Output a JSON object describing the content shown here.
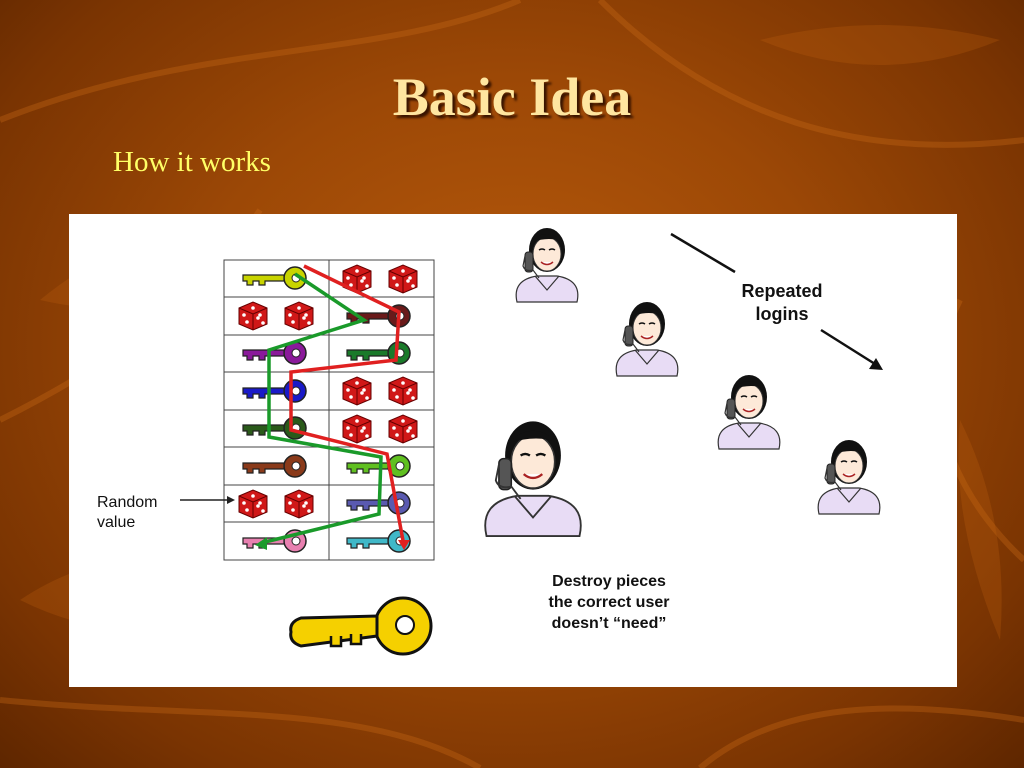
{
  "slide": {
    "title": "Basic Idea",
    "bullet": "How it works"
  },
  "diagram": {
    "random_value_label": [
      "Random",
      "value"
    ],
    "repeated_logins_label": [
      "Repeated",
      "logins"
    ],
    "destroy_label": [
      "Destroy pieces",
      "the correct user",
      "doesn’t “need”"
    ]
  },
  "colors": {
    "background": "#9c4806",
    "title": "#ffe6a0",
    "bullet": "#ffff66",
    "path_red": "#e02020",
    "path_green": "#1a9a2a",
    "key_gold": "#f5d000",
    "dice_red": "#d01818"
  }
}
